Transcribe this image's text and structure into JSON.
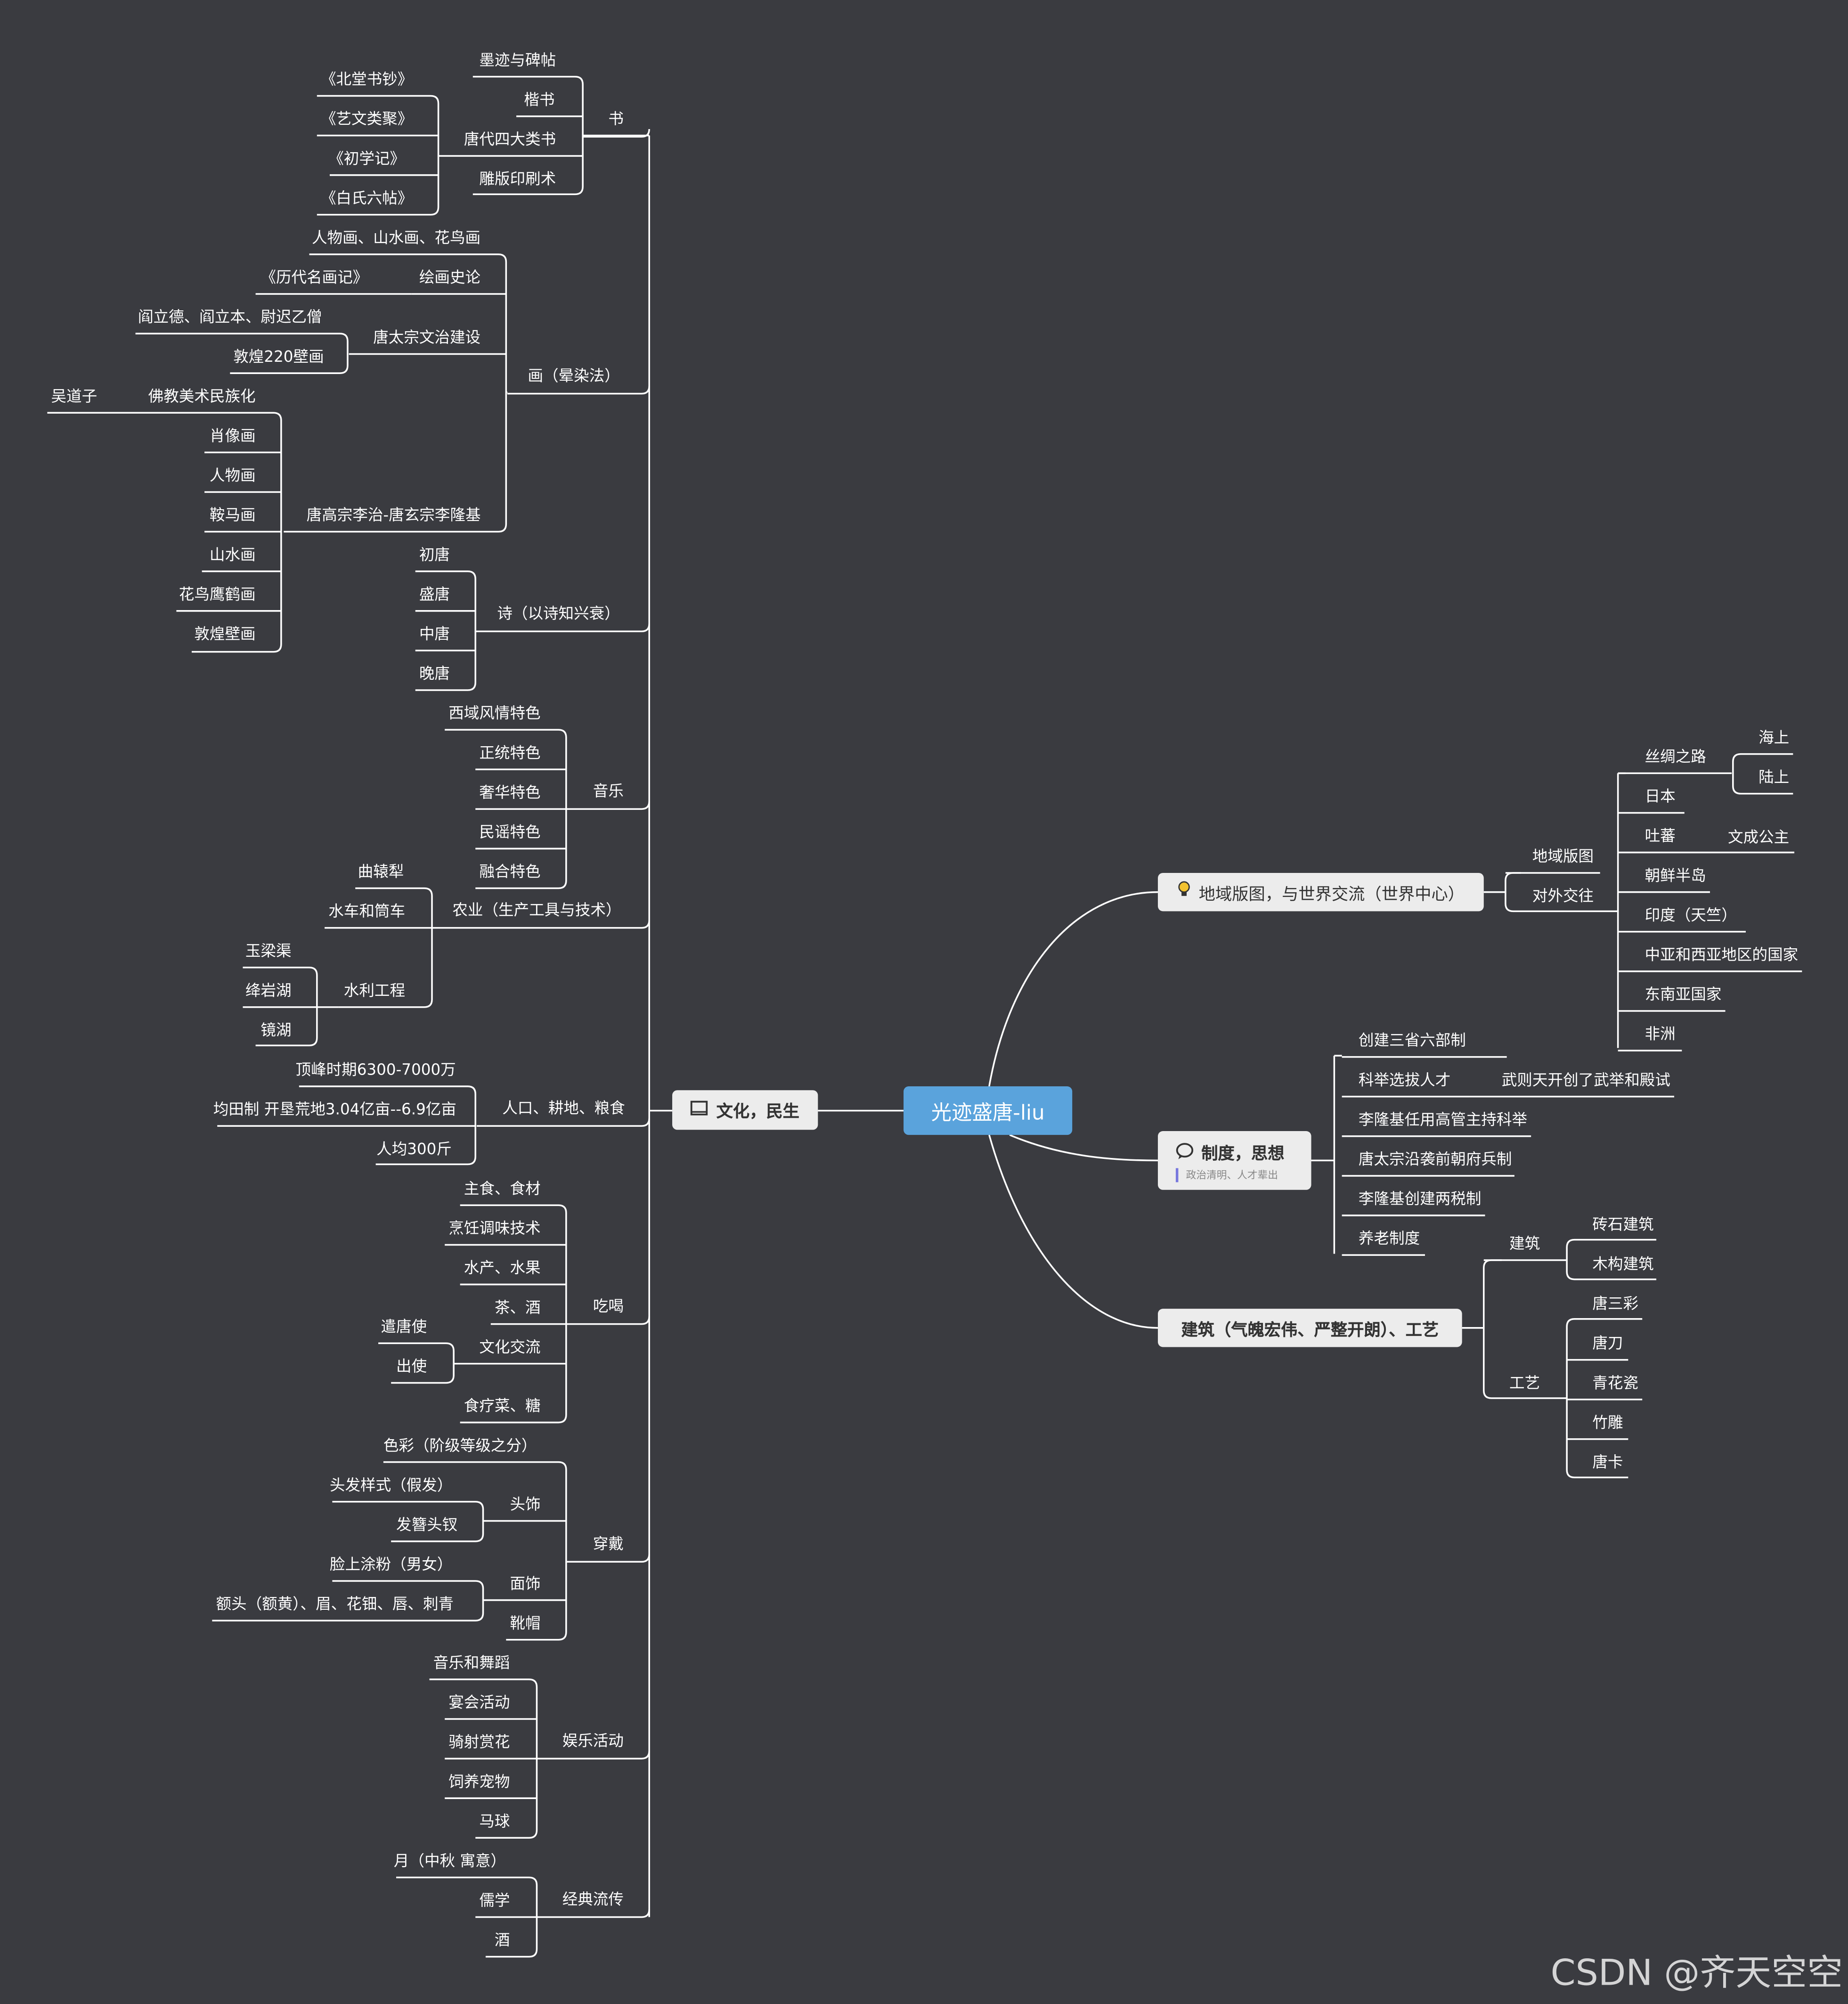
{
  "root": "光迹盛唐-liu",
  "watermark": "CSDN @齐天空空",
  "culture": {
    "title": "文化，民生",
    "shu": {
      "label": "书",
      "items": [
        "墨迹与碑帖",
        "楷书",
        "唐代四大类书",
        "雕版印刷术"
      ],
      "books": [
        "《北堂书钞》",
        "《艺文类聚》",
        "《初学记》",
        "《白氏六帖》"
      ]
    },
    "hua": {
      "label": "画（晕染法）",
      "items": [
        "人物画、山水画、花鸟画",
        "绘画史论",
        "唐太宗文治建设",
        "唐高宗李治-唐玄宗李隆基"
      ],
      "hualun": "《历代名画记》",
      "taizong": [
        "阎立德、阎立本、尉迟乙僧",
        "敦煌220壁画"
      ],
      "fojiao": "佛教美术民族化",
      "wu": "吴道子",
      "gaozong": [
        "肖像画",
        "人物画",
        "鞍马画",
        "山水画",
        "花鸟鹰鹤画",
        "敦煌壁画"
      ]
    },
    "shi": {
      "label": "诗（以诗知兴衰）",
      "items": [
        "初唐",
        "盛唐",
        "中唐",
        "晚唐"
      ]
    },
    "yinyue": {
      "label": "音乐",
      "items": [
        "西域风情特色",
        "正统特色",
        "奢华特色",
        "民谣特色",
        "融合特色"
      ]
    },
    "nongye": {
      "label": "农业（生产工具与技术）",
      "items": [
        "曲辕犁",
        "水车和筒车",
        "水利工程"
      ],
      "shuili": [
        "玉梁渠",
        "绛岩湖",
        "镜湖"
      ]
    },
    "renkou": {
      "label": "人口、耕地、粮食",
      "items": [
        "顶峰时期6300-7000万",
        "均田制 开垦荒地3.04亿亩--6.9亿亩",
        "人均300斤"
      ]
    },
    "chihe": {
      "label": "吃喝",
      "items": [
        "主食、食材",
        "烹饪调味技术",
        "水产、水果",
        "茶、酒",
        "文化交流",
        "食疗菜、糖"
      ],
      "jiaoliu": [
        "遣唐使",
        "出使"
      ]
    },
    "chuandai": {
      "label": "穿戴",
      "items": [
        "色彩（阶级等级之分）",
        "头饰",
        "面饰",
        "靴帽"
      ],
      "toushi": [
        "头发样式（假发）",
        "发簪头钗"
      ],
      "mianshi": [
        "脸上涂粉（男女）",
        "额头（额黄）、眉、花钿、唇、刺青"
      ]
    },
    "yule": {
      "label": "娱乐活动",
      "items": [
        "音乐和舞蹈",
        "宴会活动",
        "骑射赏花",
        "饲养宠物",
        "马球"
      ]
    },
    "jingdian": {
      "label": "经典流传",
      "items": [
        "月（中秋 寓意）",
        "儒学",
        "酒"
      ]
    }
  },
  "geo": {
    "title": "地域版图，与世界交流（世界中心）",
    "items": [
      "地域版图",
      "对外交往"
    ],
    "waijiao": [
      "丝绸之路",
      "日本",
      "吐蕃",
      "朝鲜半岛",
      "印度（天竺）",
      "中亚和西亚地区的国家",
      "东南亚国家",
      "非洲"
    ],
    "sichou": [
      "海上",
      "陆上"
    ],
    "tubo": "文成公主"
  },
  "zhidu": {
    "title": "制度，思想",
    "note": "政治清明、人才辈出",
    "items": [
      "创建三省六部制",
      "科举选拔人才",
      "李隆基任用高管主持科举",
      "唐太宗沿袭前朝府兵制",
      "李隆基创建两税制",
      "养老制度"
    ],
    "keju": "武则天开创了武举和殿试"
  },
  "jianzhu": {
    "title": "建筑（气魄宏伟、严整开朗）、工艺",
    "jz_label": "建筑",
    "jz_items": [
      "砖石建筑",
      "木构建筑"
    ],
    "gy_label": "工艺",
    "gy_items": [
      "唐三彩",
      "唐刀",
      "青花瓷",
      "竹雕",
      "唐卡"
    ]
  }
}
